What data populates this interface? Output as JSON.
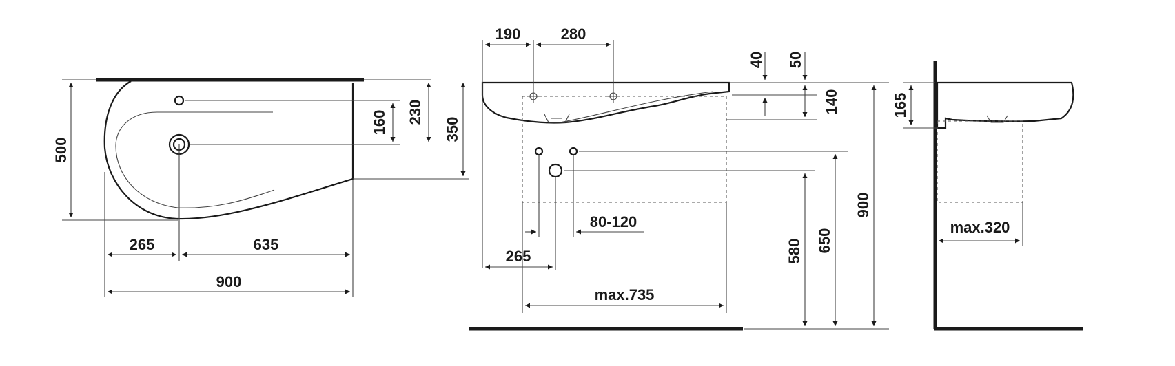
{
  "plan_view": {
    "dims": {
      "overall_depth": "500",
      "tap_hole_to_waste": "160",
      "back_to_waste": "230",
      "back_to_front_right": "350",
      "left_to_waste": "265",
      "waste_to_right": "635",
      "overall_width": "900"
    }
  },
  "front_view": {
    "dims": {
      "tap_left_offset": "190",
      "tap_spacing": "280",
      "overflow_top": "40",
      "rim_height": "50",
      "bowl_height": "140",
      "supply_spacing": "80-120",
      "waste_offset": "265",
      "max_width": "max.735",
      "waste_height": "580",
      "supply_height": "650",
      "rim_height_floor": "900"
    }
  },
  "side_view": {
    "dims": {
      "bowl_depth": "165",
      "max_depth": "max.320"
    }
  }
}
